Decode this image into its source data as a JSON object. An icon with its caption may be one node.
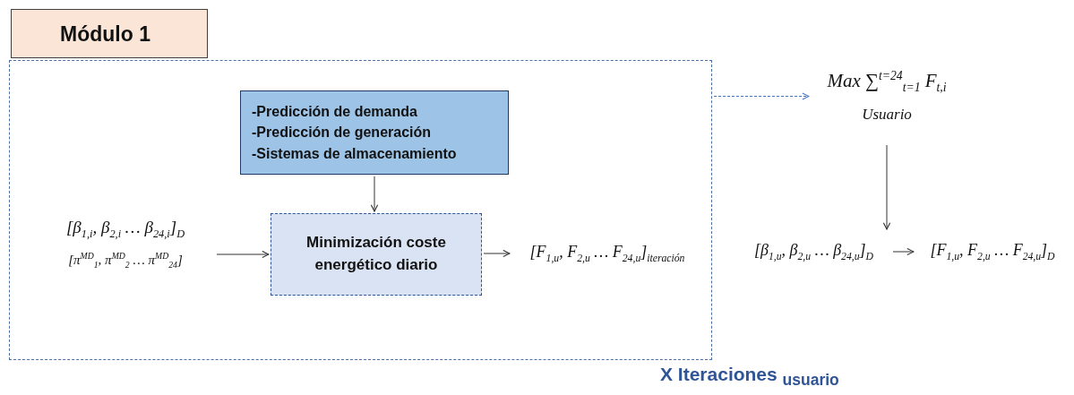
{
  "diagram": {
    "nodes": [
      {
        "text": [
          "Módulo 1"
        ]
      },
      {
        "text": [
          "-Predicción de demanda -Predicción de generación -Sistemas de almacenamiento"
        ],
        "in": 0
      },
      {
        "text": [
          "[β$_{1,i}$, β$_{2,i}$ … β$_{24,i}$]$_{D}$",
          "[π$^{MD}$$_{1}$, π$^{MD}$$_{2}$ … π$^{MD}$$_{24}$]"
        ],
        "in": 0
      },
      {
        "text": [
          "Minimización coste energético diario"
        ],
        "in": 0
      },
      {
        "text": [
          "[F$_{1,u}$, F$_{2,u}$ … F$_{24,u}$]$_{iteración}$"
        ],
        "in": 0
      },
      {
        "text": [
          "Max ∑$^{t=24}$$_{t=1}$ F$_{t,i}$",
          "Usuario"
        ]
      },
      {
        "text": [
          "[β$_{1,u}$, β$_{2,u}$ … β$_{24,u}$]$_{D}$"
        ]
      },
      {
        "text": [
          "[F$_{1,u}$, F$_{2,u}$ … F$_{24,u}$]$_{D}$"
        ]
      }
    ],
    "edges": [
      {
        "from": 2,
        "to": 3,
        "arrow": "to"
      },
      {
        "from": 1,
        "to": 3,
        "arrow": "to"
      },
      {
        "from": 3,
        "to": 4,
        "arrow": "to"
      },
      {
        "from": 0,
        "to": 5,
        "arrow": "to",
        "style": "dashed",
        "color": "#4472c4"
      },
      {
        "from": 5,
        "to": 6,
        "arrow": "to"
      },
      {
        "from": 6,
        "to": 7,
        "arrow": "to"
      }
    ],
    "labels": [
      "X Iteraciones $_{usuario}$"
    ]
  }
}
